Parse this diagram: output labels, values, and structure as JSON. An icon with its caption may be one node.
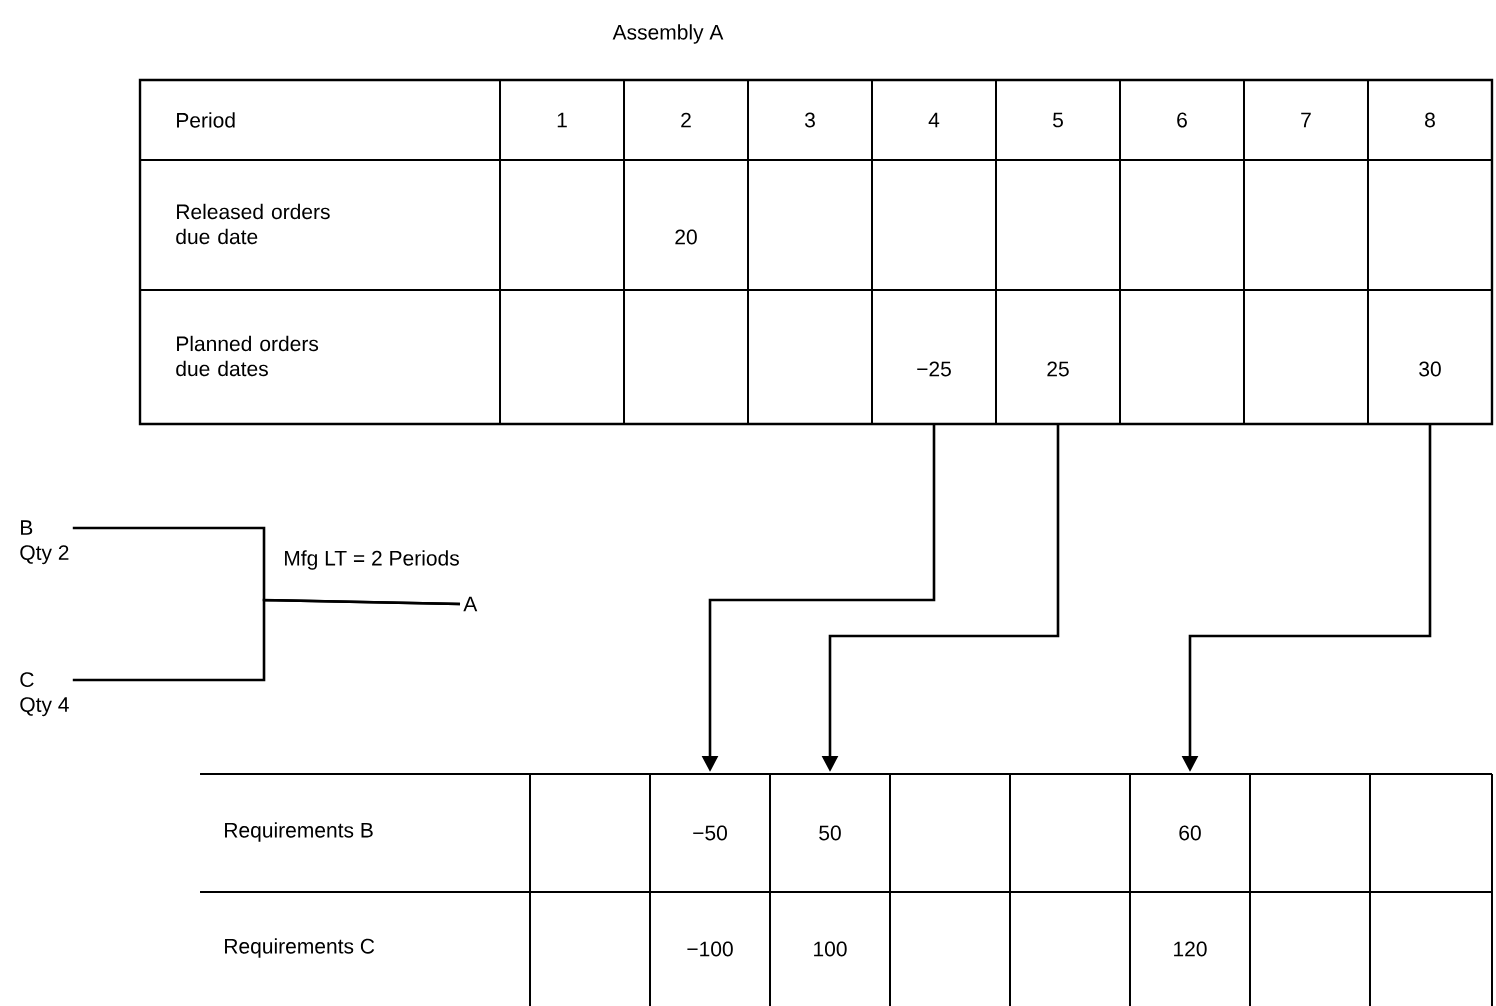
{
  "diagram": {
    "nodes": [
      {
        "text": [
          "−25"
        ]
      },
      {
        "text": [
          "25"
        ]
      },
      {
        "text": [
          "30"
        ]
      },
      {
        "text": [
          "B",
          "Qty 2"
        ]
      },
      {
        "text": [
          "C",
          "Qty 4"
        ]
      },
      {
        "text": [
          "A"
        ]
      },
      {
        "text": [
          "−50"
        ]
      },
      {
        "text": [
          "50"
        ]
      },
      {
        "text": [
          "60"
        ]
      }
    ],
    "edges": [
      {
        "from": 0,
        "to": 6,
        "arrow": "to"
      },
      {
        "from": 1,
        "to": 7,
        "arrow": "to"
      },
      {
        "from": 2,
        "to": 8,
        "arrow": "to"
      },
      {
        "from": 3,
        "to": 5,
        "arrow": "none"
      },
      {
        "from": 4,
        "to": 5,
        "arrow": "none"
      }
    ],
    "labels": [
      "Assembly A",
      "Period",
      "1",
      "2",
      "3",
      "4",
      "5",
      "6",
      "7",
      "8",
      "Released orders due date",
      "20",
      "Planned orders due dates",
      "Mfg LT = 2 Periods",
      "Requirements B",
      "Requirements C",
      "−100",
      "100",
      "120"
    ]
  }
}
